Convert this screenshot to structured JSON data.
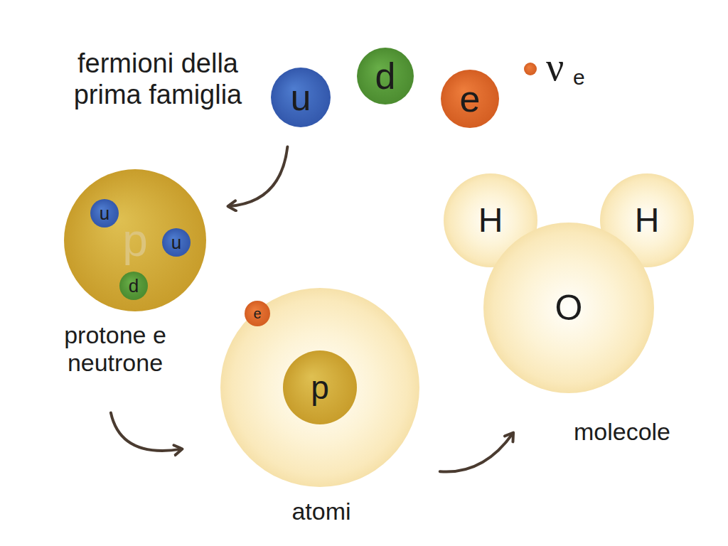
{
  "diagram": {
    "nodes": [
      {
        "text": [
          "u"
        ]
      },
      {
        "text": [
          "d"
        ]
      },
      {
        "text": [
          "e"
        ]
      },
      {
        "text": [
          "ν",
          "e"
        ]
      },
      {
        "text": [
          "p",
          "protone e neutrone"
        ]
      },
      {
        "text": [
          "u"
        ],
        "in": 4
      },
      {
        "text": [
          "u"
        ],
        "in": 4
      },
      {
        "text": [
          "d"
        ],
        "in": 4
      },
      {
        "text": [
          "atomi"
        ]
      },
      {
        "text": [
          "e"
        ],
        "in": 8
      },
      {
        "text": [
          "p"
        ],
        "in": 8
      },
      {
        "text": [
          "H"
        ]
      },
      {
        "text": [
          "H"
        ]
      },
      {
        "text": [
          "O"
        ]
      }
    ],
    "edges": [
      {
        "from": 0,
        "to": 4,
        "arrow": "to"
      },
      {
        "from": 4,
        "to": 8,
        "arrow": "to"
      },
      {
        "from": 8,
        "to": 13,
        "arrow": "to"
      }
    ],
    "labels": [
      "fermioni della prima famiglia",
      "molecole"
    ]
  }
}
